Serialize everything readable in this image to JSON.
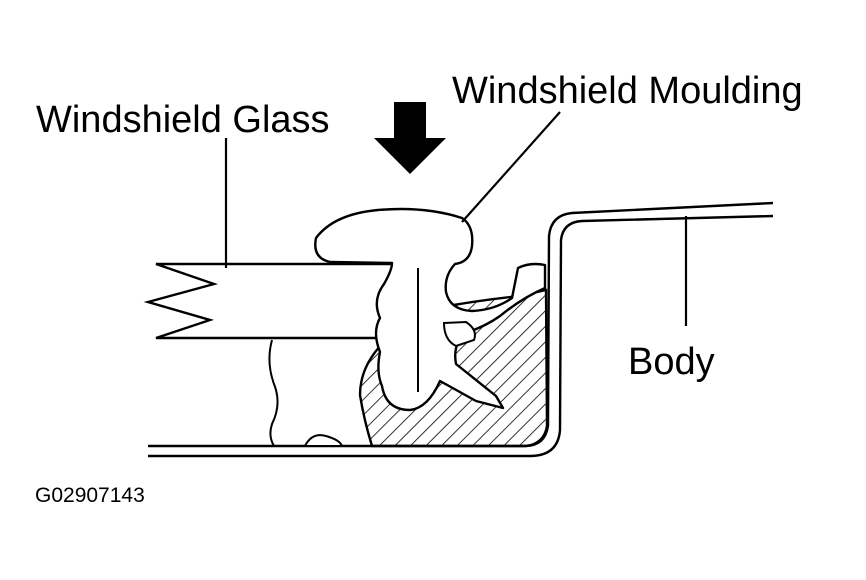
{
  "labels": {
    "windshield_glass": "Windshield Glass",
    "windshield_moulding": "Windshield Moulding",
    "body": "Body",
    "figure_code": "G02907143"
  },
  "colors": {
    "ink": "#000000",
    "background": "#ffffff"
  },
  "icons": {
    "press_direction": "arrow-down-icon"
  }
}
